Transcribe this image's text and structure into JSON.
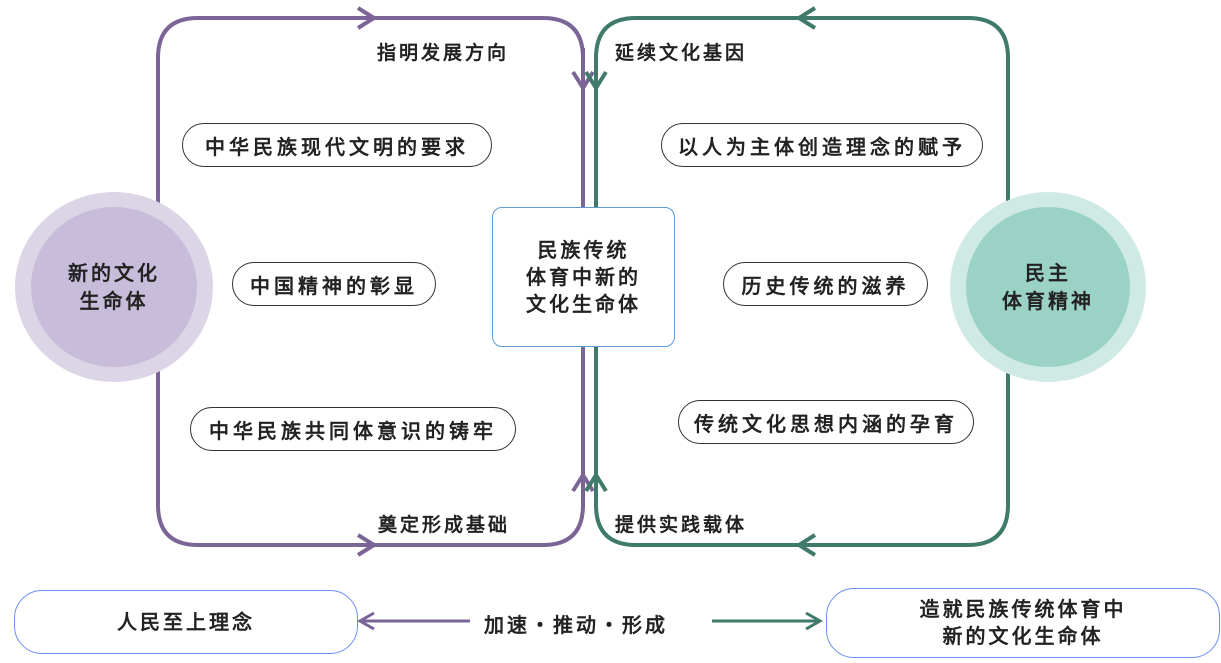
{
  "colors": {
    "purple": "#7b6597",
    "green": "#3f7a6a",
    "circle_left": "#cfc6dc",
    "circle_left_inner": "#c3b8d6",
    "circle_right": "#b9e0d8",
    "circle_right_inner": "#8fcfc2",
    "center_border": "#5a9bd3",
    "bottom_border": "#6d8ff0"
  },
  "left_circle": {
    "line1": "新的文化",
    "line2": "生命体"
  },
  "right_circle": {
    "line1": "民主",
    "line2": "体育精神"
  },
  "center": {
    "line1": "民族传统",
    "line2": "体育中新的",
    "line3": "文化生命体"
  },
  "left_loop": {
    "top_label": "指明发展方向",
    "bottom_label": "奠定形成基础",
    "items": [
      "中华民族现代文明的要求",
      "中国精神的彰显",
      "中华民族共同体意识的铸牢"
    ]
  },
  "right_loop": {
    "top_label": "延续文化基因",
    "bottom_label": "提供实践载体",
    "items": [
      "以人为主体创造理念的赋予",
      "历史传统的滋养",
      "传统文化思想内涵的孕育"
    ]
  },
  "bottom": {
    "left_box": "人民至上理念",
    "middle": "加速・推动・形成",
    "right_line1": "造就民族传统体育中",
    "right_line2": "新的文化生命体"
  }
}
